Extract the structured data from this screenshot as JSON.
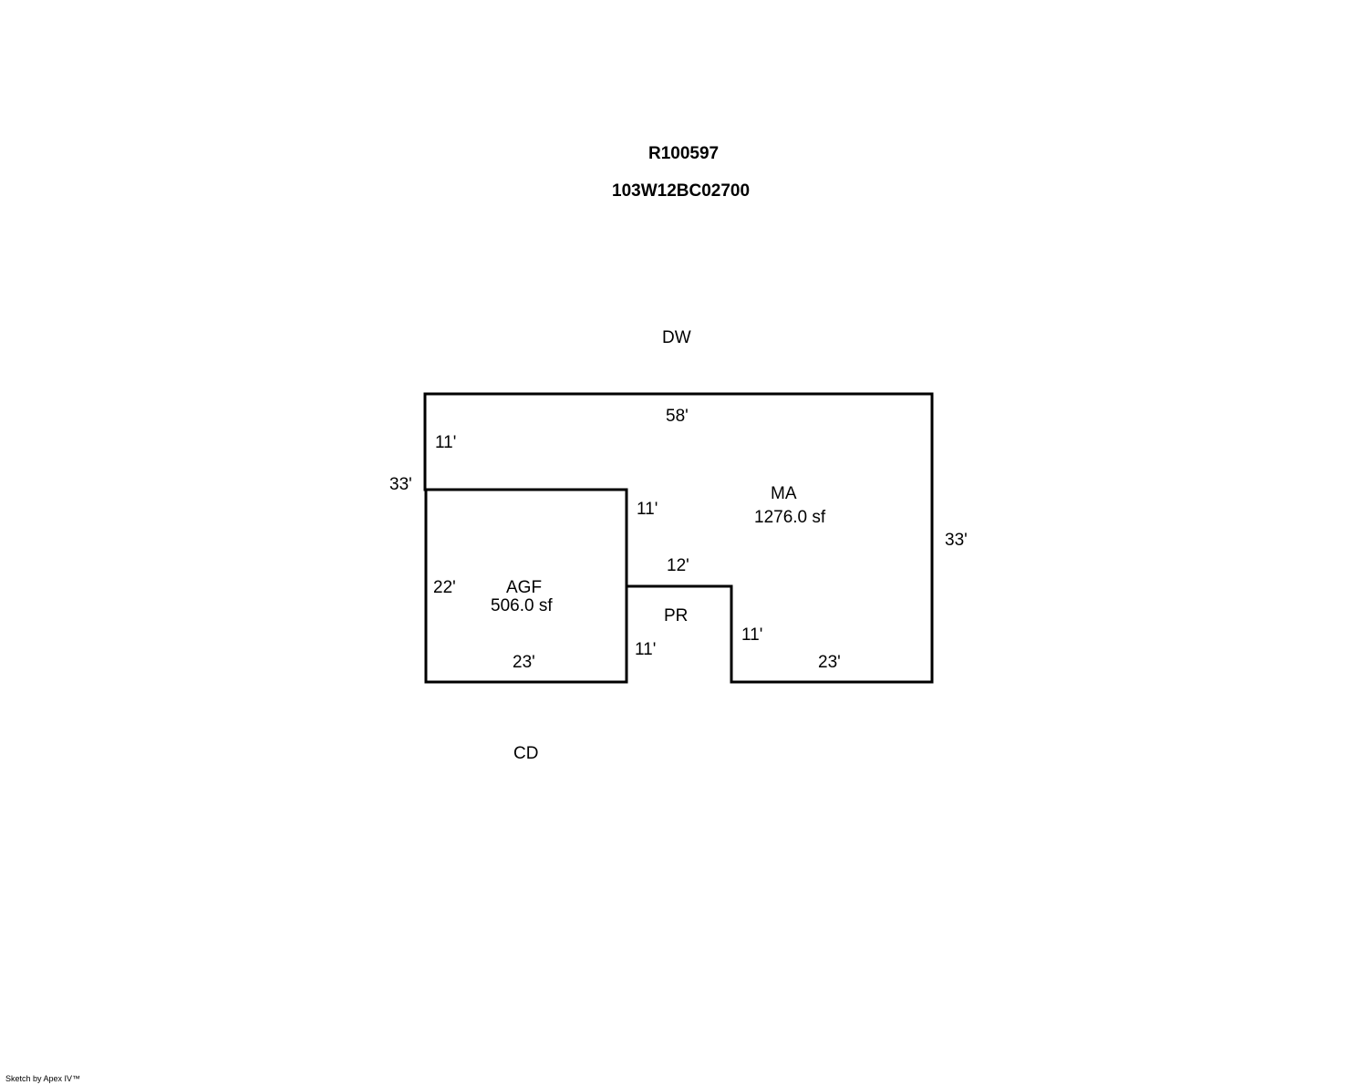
{
  "header": {
    "account_id": "R100597",
    "map_tax_lot": "103W12BC02700"
  },
  "sketch": {
    "areas": {
      "ma": {
        "code": "MA",
        "area": "1276.0 sf"
      },
      "agf": {
        "code": "AGF",
        "area": "506.0 sf"
      },
      "pr": {
        "code": "PR"
      }
    },
    "outside_labels": {
      "top": "DW",
      "bottom": "CD"
    },
    "dimensions": {
      "ma_top": "58'",
      "ma_left_upper": "11'",
      "overall_left": "33'",
      "ma_inner_vertical": "11'",
      "pr_top": "12'",
      "ma_right": "33'",
      "agf_left": "22'",
      "agf_bottom": "23'",
      "pr_left": "11'",
      "pr_right": "11'",
      "ma_bottom_right": "23'"
    },
    "line_color": "#000000"
  },
  "footer": {
    "credit": "Sketch by Apex IV™"
  }
}
